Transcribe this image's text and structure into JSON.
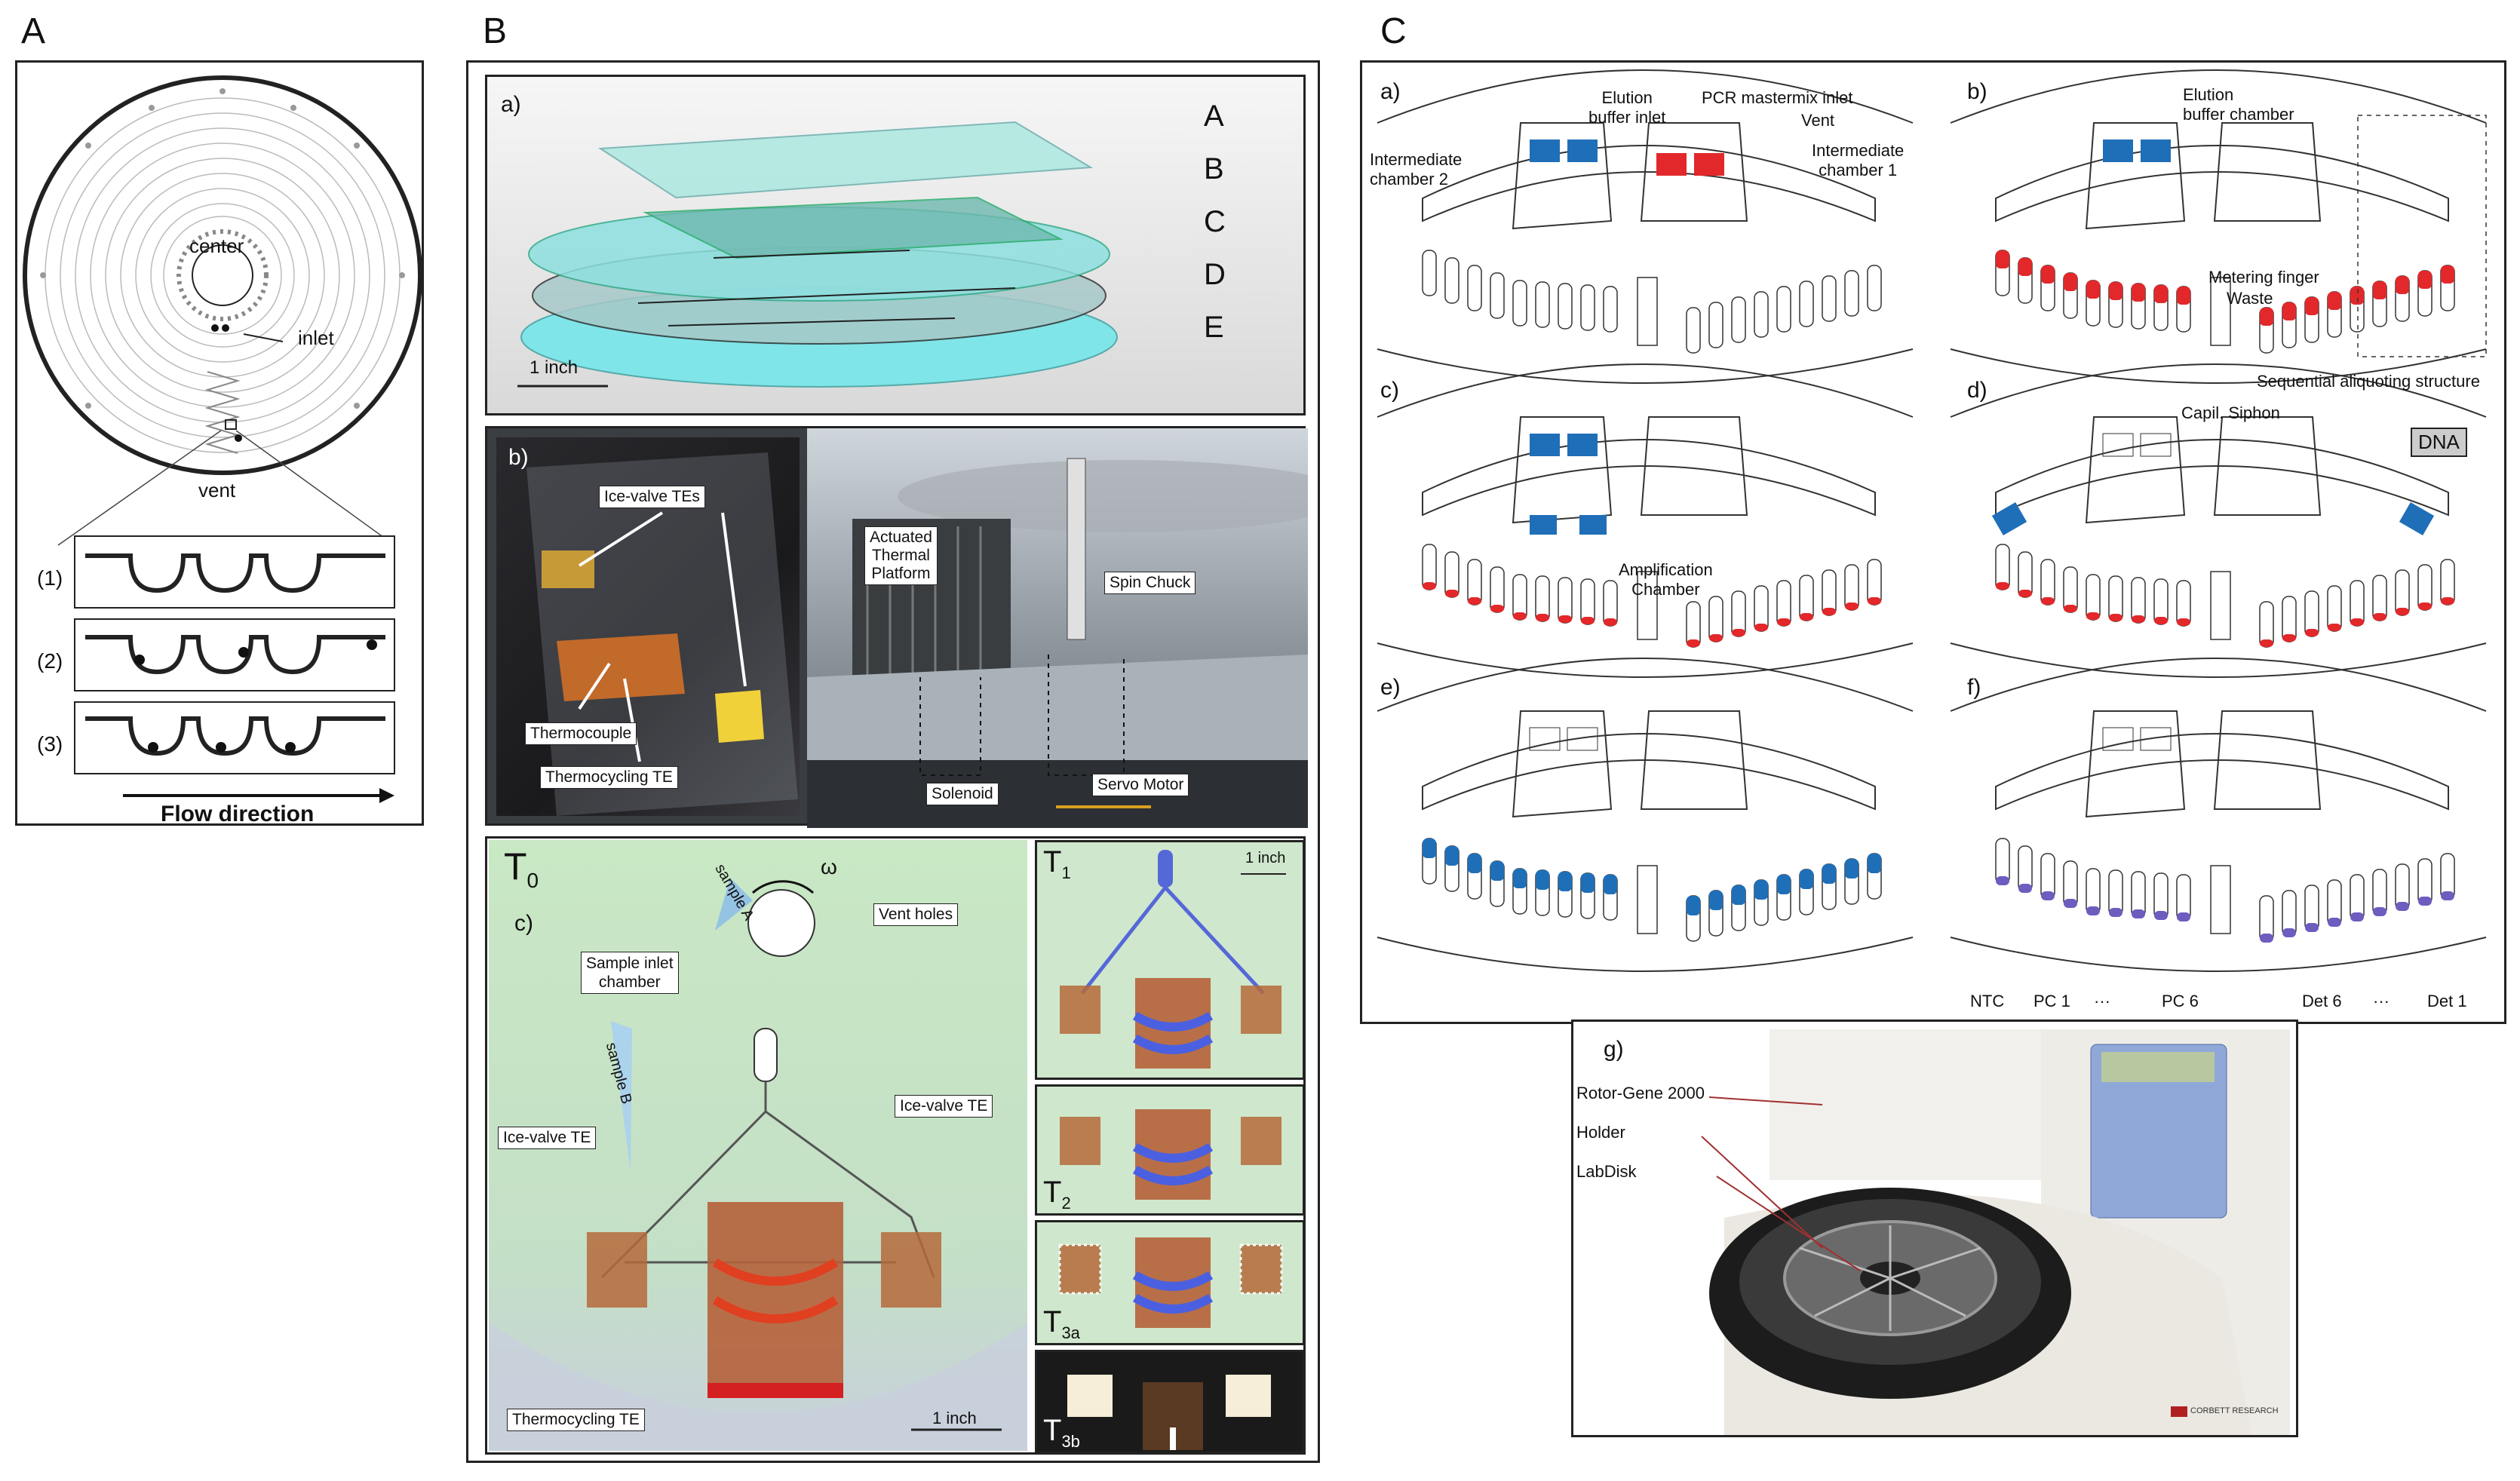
{
  "panels": {
    "A": {
      "letter": "A",
      "center_label": "center",
      "inlet_label": "inlet",
      "vent_label": "vent",
      "steps": [
        "(1)",
        "(2)",
        "(3)"
      ],
      "flow_label": "Flow direction"
    },
    "B": {
      "letter": "B",
      "a": {
        "sub": "a)",
        "layers": [
          "A",
          "B",
          "C",
          "D",
          "E"
        ],
        "scale": "1 inch"
      },
      "b": {
        "sub": "b)",
        "labels": {
          "ice_valve_tes": "Ice-valve TEs",
          "thermocouple": "Thermocouple",
          "thermocycling_te": "Thermocycling TE",
          "actuated_platform": "Actuated\nThermal\nPlatform",
          "spin_chuck": "Spin Chuck",
          "solenoid": "Solenoid",
          "servo_motor": "Servo Motor"
        }
      },
      "c": {
        "t0": "T",
        "t0_sub": "0",
        "sub": "c)",
        "omega": "ω",
        "sample_a": "sample A",
        "sample_b": "sample B",
        "vent_holes": "Vent holes",
        "sample_inlet": "Sample inlet\nchamber",
        "ice_valve_left": "Ice-valve TE",
        "ice_valve_right": "Ice-valve TE",
        "thermocycling": "Thermocycling TE",
        "scale": "1 inch",
        "insets": [
          {
            "t": "T",
            "sub": "1",
            "scale": "1 inch"
          },
          {
            "t": "T",
            "sub": "2"
          },
          {
            "t": "T",
            "sub": "3a"
          },
          {
            "t": "T",
            "sub": "3b"
          }
        ]
      }
    },
    "C": {
      "letter": "C",
      "a": {
        "sub": "a)",
        "elution": "Elution\nbuffer inlet",
        "pcr": "PCR mastermix inlet",
        "vent": "Vent",
        "int2": "Intermediate\nchamber 2",
        "int1": "Intermediate\nchamber 1"
      },
      "b": {
        "sub": "b)",
        "elution_chamber": "Elution\nbuffer chamber",
        "metering": "Metering finger",
        "waste": "Waste",
        "sequential": "Sequential aliquoting structure"
      },
      "c": {
        "sub": "c)",
        "amplification": "Amplification\nChamber"
      },
      "d": {
        "sub": "d)",
        "siphon": "Capil. Siphon",
        "dna": "DNA"
      },
      "e": {
        "sub": "e)"
      },
      "f": {
        "sub": "f)",
        "labels": [
          "NTC",
          "PC 1",
          "···",
          "PC 6",
          "Det 6",
          "···",
          "Det 1"
        ]
      },
      "g": {
        "sub": "g)",
        "rotor": "Rotor-Gene 2000",
        "holder": "Holder",
        "labdisk": "LabDisk",
        "brand": "CORBETT RESEARCH"
      }
    }
  }
}
